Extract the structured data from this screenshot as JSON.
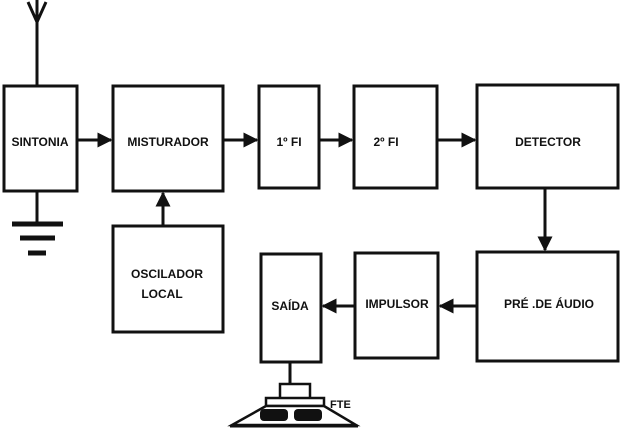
{
  "blocks": {
    "sintonia": "SINTONIA",
    "misturador": "MISTURADOR",
    "fi1": "1º  FI",
    "fi2": "2º FI",
    "detector": "DETECTOR",
    "oscilador_line1": "OSCILADOR",
    "oscilador_line2": "LOCAL",
    "pre_audio": "PRÉ  .DE ÁUDIO",
    "impulsor": "IMPULSOR",
    "saida": "SAÍDA"
  },
  "speaker_label": "FTE",
  "icons": [
    "antenna-icon",
    "ground-icon",
    "speaker-icon",
    "arrow-icon"
  ],
  "colors": {
    "ink": "#111111",
    "paper": "#ffffff"
  }
}
